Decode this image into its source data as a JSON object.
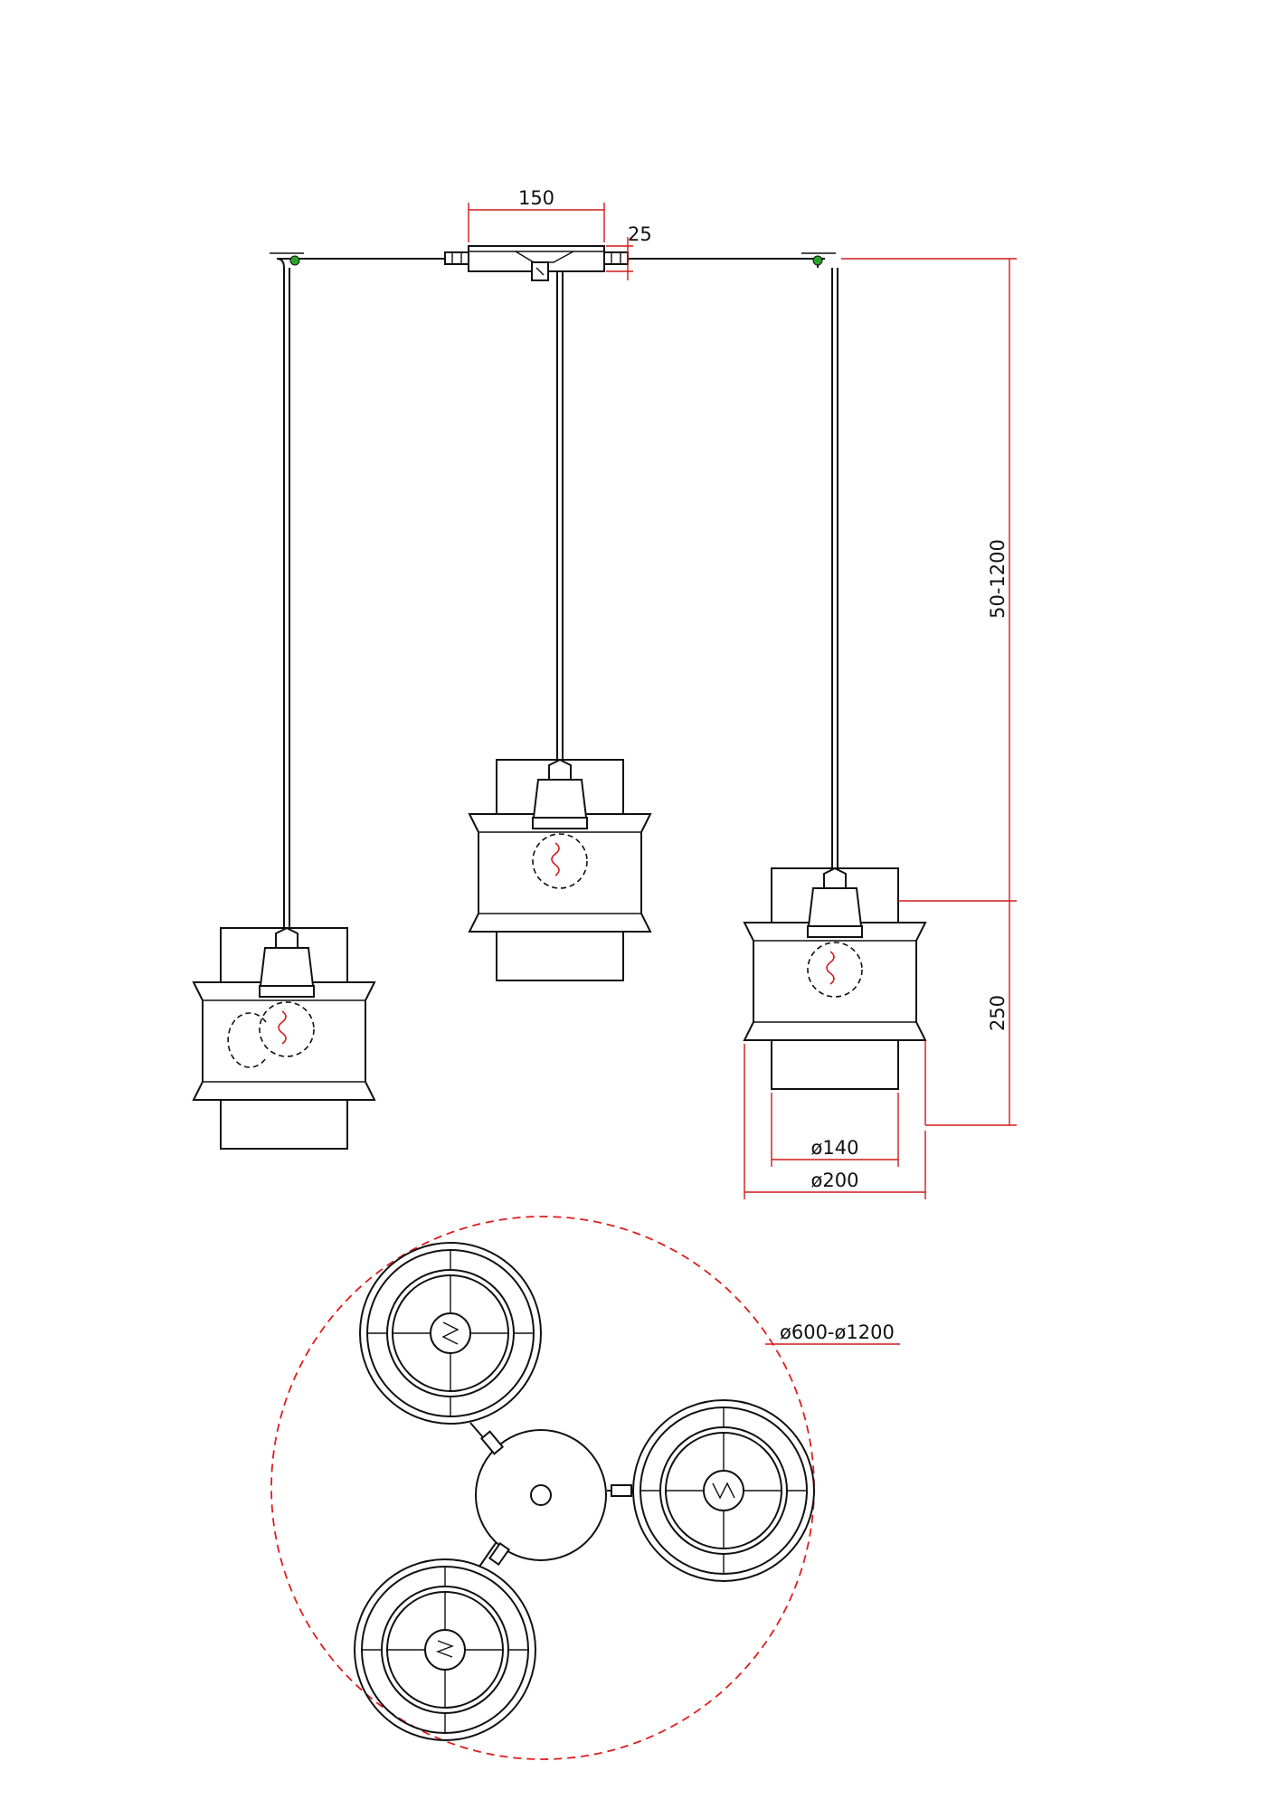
{
  "dimensions": {
    "canopy_width": "150",
    "canopy_height": "25",
    "cable_length": "50-1200",
    "shade_height": "250",
    "inner_diameter": "ø140",
    "outer_diameter": "ø200",
    "spread_diameter": "ø600-ø1200"
  },
  "colors": {
    "line": "#111111",
    "dimension": "#d11a1a",
    "hook": "#2aa52a"
  }
}
